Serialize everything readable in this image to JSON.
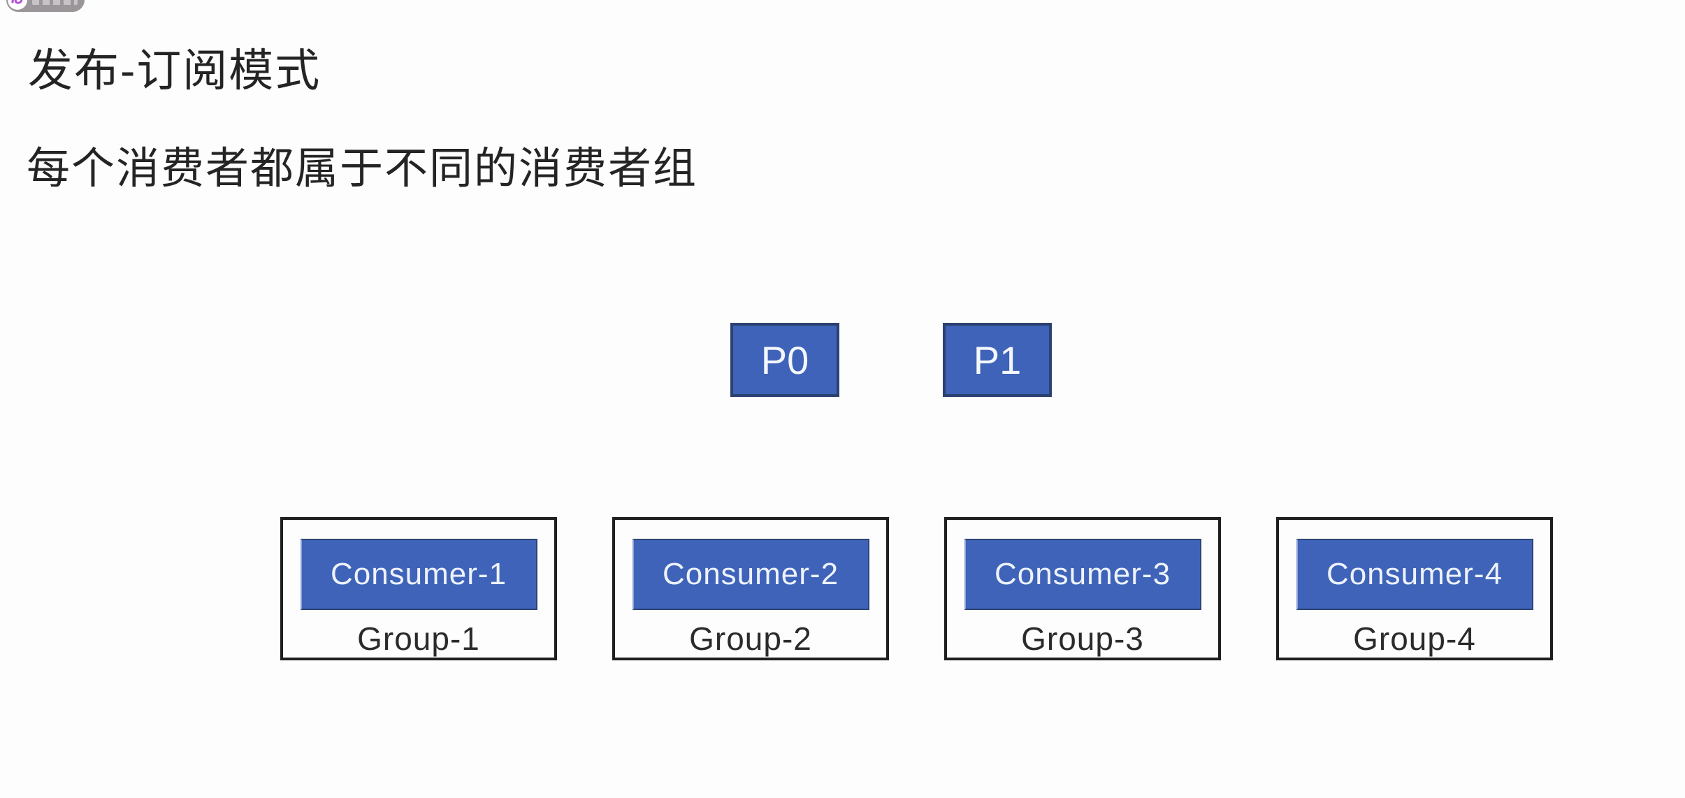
{
  "watermark": {
    "visible_text": ""
  },
  "header": {
    "title": "发布-订阅模式",
    "subtitle": "每个消费者都属于不同的消费者组"
  },
  "partitions": [
    {
      "label": "P0"
    },
    {
      "label": "P1"
    }
  ],
  "groups": [
    {
      "consumer_label": "Consumer-1",
      "group_label": "Group-1"
    },
    {
      "consumer_label": "Consumer-2",
      "group_label": "Group-2"
    },
    {
      "consumer_label": "Consumer-3",
      "group_label": "Group-3"
    },
    {
      "consumer_label": "Consumer-4",
      "group_label": "Group-4"
    }
  ],
  "colors": {
    "box_fill": "#3E63B8",
    "partition_border": "#2C4170",
    "group_outline": "#1F1F1F",
    "heading_text": "#242424",
    "box_text": "#F4F7FD",
    "watermark_bg": "#9B969A",
    "background": "#FDFDFD"
  }
}
